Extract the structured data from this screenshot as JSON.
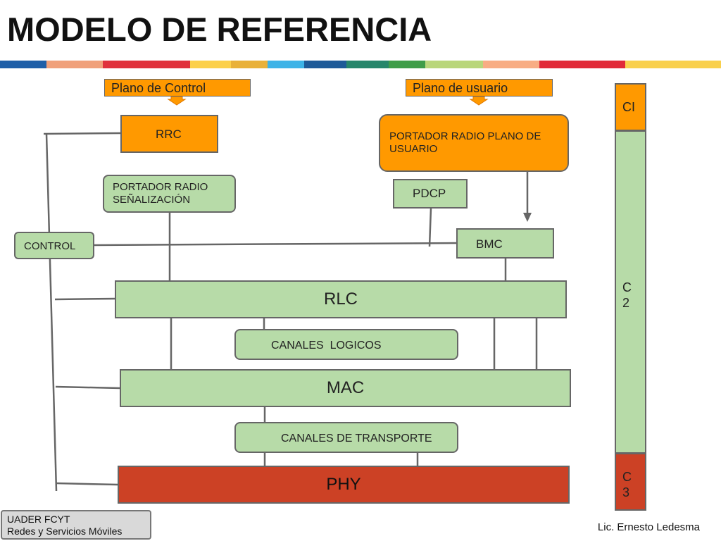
{
  "title": "MODELO DE REFERENCIA",
  "stripe_colors": [
    "#1f5fa8",
    "#f0a07a",
    "#e0313c",
    "#fcd04a",
    "#e9b13a",
    "#3db3e7",
    "#1e5a98",
    "#27866b",
    "#3f9d49",
    "#b9d67b",
    "#f8ad84",
    "#e12a38",
    "#f9d04d"
  ],
  "planes": {
    "control": "Plano de Control",
    "user": "Plano de usuario"
  },
  "blocks": {
    "rrc": "RRC",
    "portador_user": "PORTADOR RADIO PLANO DE USUARIO",
    "portador_signal": "PORTADOR RADIO SEÑALIZACIÓN",
    "pdcp": "PDCP",
    "control": "CONTROL",
    "bmc": "BMC",
    "rlc": "RLC",
    "canales_logicos": "CANALES  LOGICOS",
    "mac": "MAC",
    "canales_transporte": "CANALES DE TRANSPORTE",
    "phy": "PHY"
  },
  "layers": {
    "c1": "CI",
    "c2_line1": "C",
    "c2_line2": "2",
    "c3_line1": "C",
    "c3_line2": "3"
  },
  "footer": {
    "line1": "UADER FCYT",
    "line2": "Redes y Servicios Móviles",
    "credit": "Lic. Ernesto Ledesma"
  },
  "colors": {
    "green": "#b7dba8",
    "orange": "#ff9900",
    "red": "#cc4125",
    "line": "#666666"
  }
}
